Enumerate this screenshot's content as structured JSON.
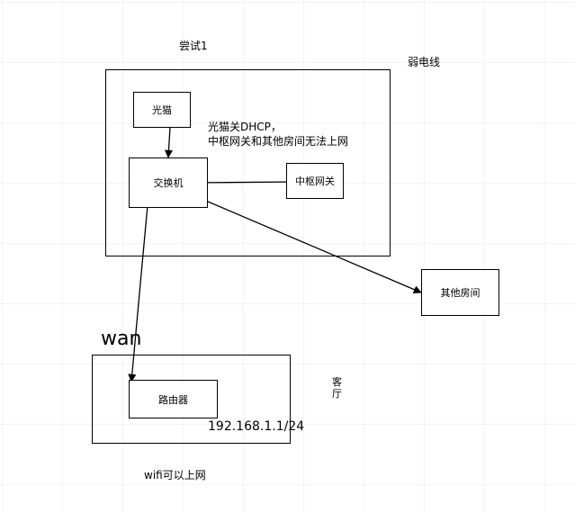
{
  "grid": {
    "color": "#e8e8e8",
    "background": "#ffffff"
  },
  "labels": {
    "title": "尝试1",
    "weak_current": "弱电线",
    "note_line1": "光猫关DHCP，",
    "note_line2": "中枢网关和其他房间无法上网",
    "wan": "wan",
    "living_room_1": "客",
    "living_room_2": "厅",
    "ip": "192.168.1.1/24",
    "wifi_note": "wifi可以上网"
  },
  "nodes": {
    "modem": "光猫",
    "switch": "交换机",
    "hub_gateway": "中枢网关",
    "other_rooms": "其他房间",
    "router": "路由器"
  },
  "edges": [
    {
      "from": "modem",
      "to": "switch"
    },
    {
      "from": "switch",
      "to": "hub_gateway"
    },
    {
      "from": "switch",
      "to": "other_rooms"
    },
    {
      "from": "switch",
      "to": "router"
    }
  ]
}
